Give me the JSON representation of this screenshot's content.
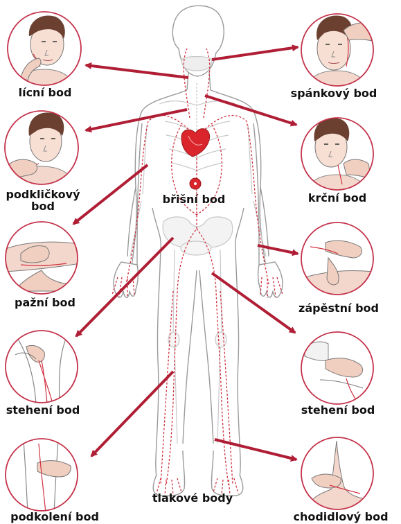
{
  "colors": {
    "arrow": "#b01e35",
    "artery": "#d0303f",
    "circle_border": "#c4324a",
    "heart": "#d9252b",
    "skin": "#f3d7cc",
    "body_outline": "#9a9a9a"
  },
  "labels": {
    "licni": "lícní bod",
    "spankovy": "spánkový bod",
    "podklickovy_line1": "podkličkový",
    "podklickovy_line2": "bod",
    "krcni": "krční bod",
    "brisni": "břišní bod",
    "pazni": "pažní bod",
    "zapestni": "zápěstní bod",
    "stehenni_left": "stehení bod",
    "stehenni_right": "stehení bod",
    "podkoleni": "podkolení bod",
    "chodidlovy": "chodidlový bod",
    "tlakove": "tlakové body"
  }
}
